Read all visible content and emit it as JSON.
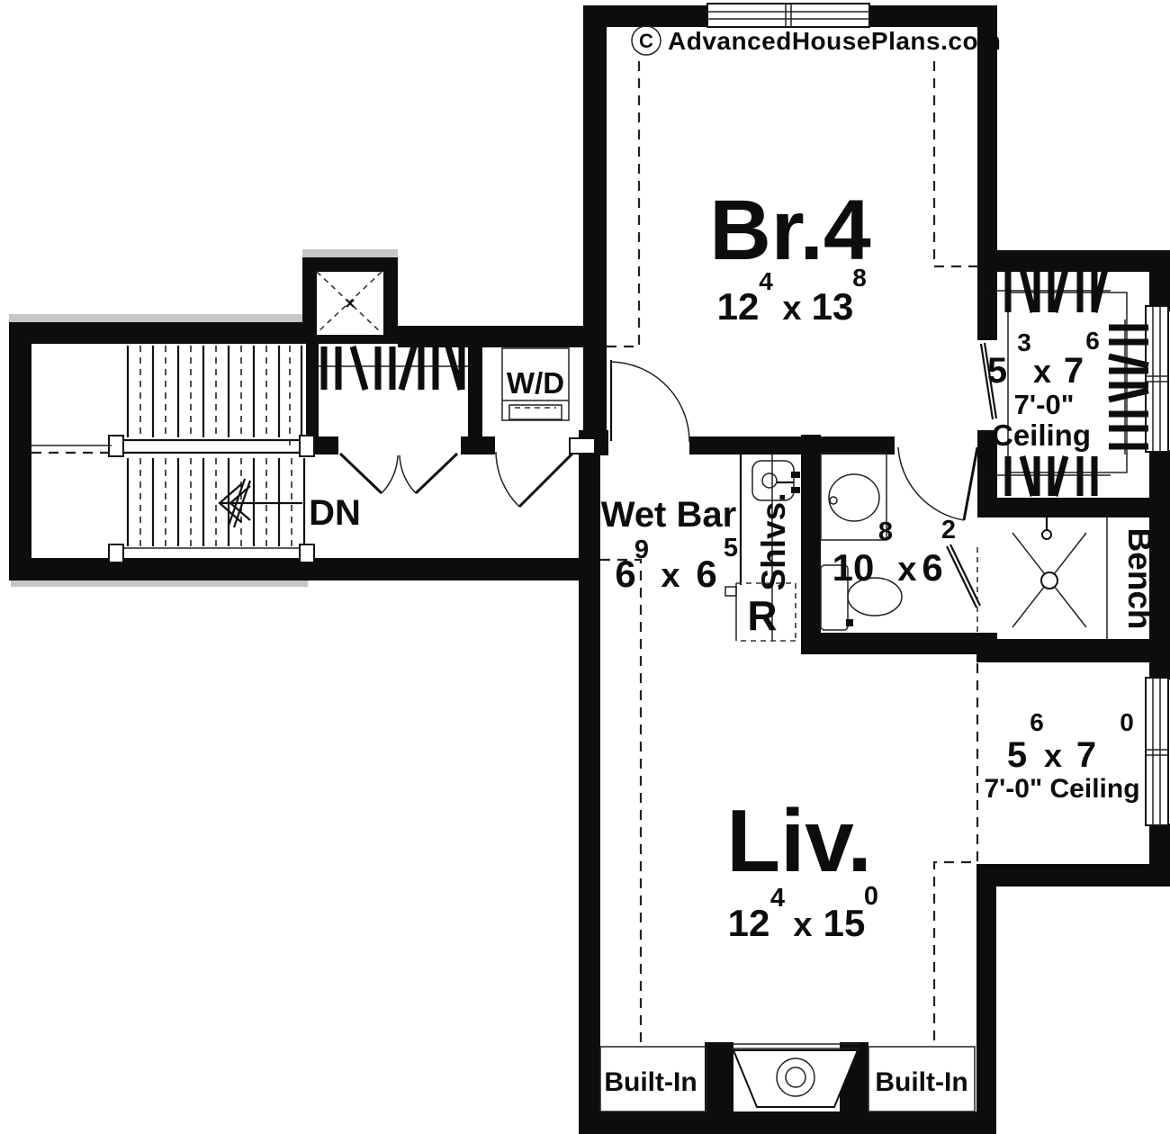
{
  "colors": {
    "wall": "#0d0d0d",
    "background": "#ffffff",
    "line": "#1a1a1a"
  },
  "watermark": {
    "copyright_symbol": "C",
    "site": "AdvancedHousePlans.com"
  },
  "rooms": {
    "bedroom4": {
      "name": "Br.4",
      "width_ft": "12",
      "width_in": "4",
      "separator": "x",
      "length_ft": "13",
      "length_in": "8"
    },
    "wet_bar": {
      "name": "Wet Bar",
      "width_ft": "6",
      "width_in": "9",
      "separator": "x",
      "length_ft": "6",
      "length_in": "5"
    },
    "bathroom": {
      "width_ft": "10",
      "width_in": "8",
      "separator": "x",
      "length_ft": "6",
      "length_in": "2"
    },
    "walk_in_closet": {
      "width_ft": "5",
      "width_in": "3",
      "separator": "x",
      "length_ft": "7",
      "length_in": "6",
      "ceiling_height": "7'-0\"",
      "ceiling_word": "Ceiling"
    },
    "storage_nook": {
      "width_ft": "5",
      "width_in": "6",
      "separator": "x",
      "length_ft": "7",
      "length_in": "0",
      "ceiling_note": "7'-0\" Ceiling"
    },
    "living": {
      "name": "Liv.",
      "width_ft": "12",
      "width_in": "4",
      "separator": "x",
      "length_ft": "15",
      "length_in": "0"
    }
  },
  "labels": {
    "stairs_down": "DN",
    "washer_dryer": "W/D",
    "shelves": "Shlvs.",
    "refrigerator": "R",
    "bench": "Bench",
    "built_in_left": "Built-In",
    "built_in_right": "Built-In"
  }
}
